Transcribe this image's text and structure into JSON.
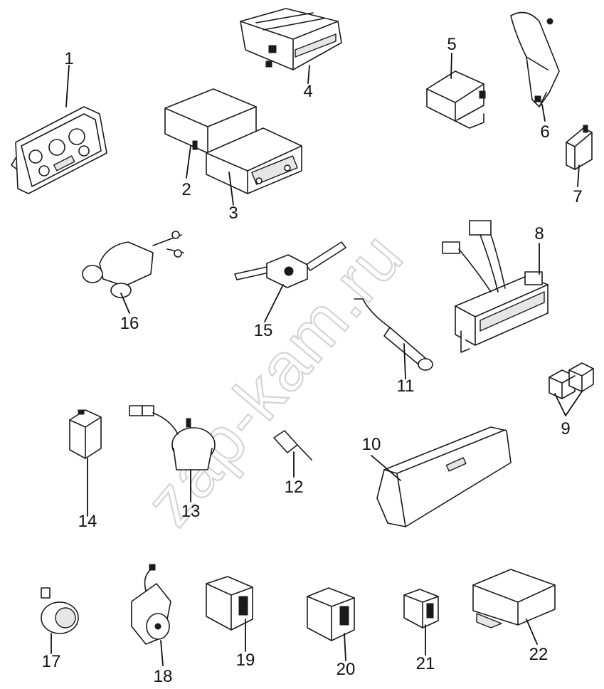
{
  "watermark": "zap-kam.ru",
  "callouts": [
    "1",
    "2",
    "3",
    "4",
    "5",
    "6",
    "7",
    "8",
    "9",
    "10",
    "11",
    "12",
    "13",
    "14",
    "15",
    "16",
    "17",
    "18",
    "19",
    "20",
    "21",
    "22"
  ]
}
